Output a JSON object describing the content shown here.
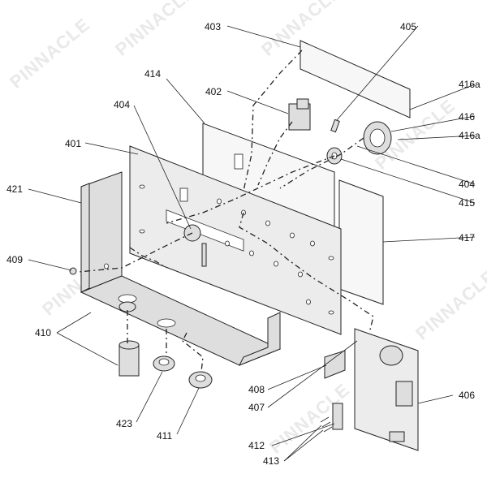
{
  "watermark": {
    "text": "PINNACLE"
  },
  "callouts": {
    "c401": "401",
    "c402": "402",
    "c403": "403",
    "c404a": "404",
    "c404b": "404",
    "c405": "405",
    "c406": "406",
    "c407": "407",
    "c408": "408",
    "c409": "409",
    "c410": "410",
    "c411": "411",
    "c412": "412",
    "c413": "413",
    "c414": "414",
    "c415": "415",
    "c416": "416",
    "c416a_top": "416a",
    "c416a_mid": "416a",
    "c417": "417",
    "c421": "421",
    "c423": "423"
  }
}
